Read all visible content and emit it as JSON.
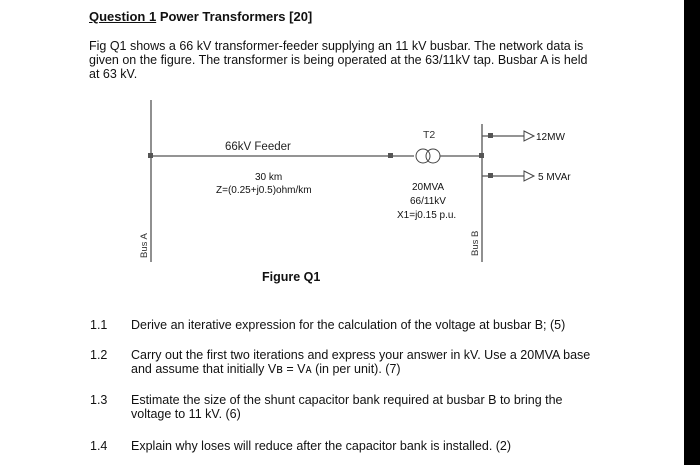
{
  "heading": {
    "question": "Question 1",
    "title": "Power Transformers [20]"
  },
  "intro": [
    "Fig Q1 shows a 66 kV transformer-feeder supplying an 11 kV busbar. The network data is",
    "given on the figure. The transformer is being operated at the 63/11kV tap. Busbar A is held",
    "at 63 kV."
  ],
  "figure": {
    "feeder_label": "66kV Feeder",
    "feeder_length": "30 km",
    "feeder_impedance": "Z=(0.25+j0.5)ohm/km",
    "transformer_name": "T2",
    "transformer_rating": "20MVA",
    "transformer_ratio": "66/11kV",
    "transformer_reactance": "X1=j0.15 p.u.",
    "load_p": "12MW",
    "load_q": "5 MVAr",
    "bus_a": "Bus A",
    "bus_b": "Bus B",
    "caption": "Figure Q1"
  },
  "questions": [
    {
      "num": "1.1",
      "lines": [
        "Derive an iterative expression for the calculation of the voltage at busbar B; (5)"
      ]
    },
    {
      "num": "1.2",
      "lines": [
        "Carry out the first two iterations and express your answer in kV. Use a 20MVA base",
        "and assume that initially Vʙ = Vᴀ (in per unit). (7)"
      ]
    },
    {
      "num": "1.3",
      "lines": [
        "Estimate the size of the shunt capacitor bank required at busbar B to bring the",
        "voltage to 11 kV. (6)"
      ]
    },
    {
      "num": "1.4",
      "lines": [
        "Explain why loses will reduce after the capacitor bank is installed. (2)"
      ]
    }
  ]
}
